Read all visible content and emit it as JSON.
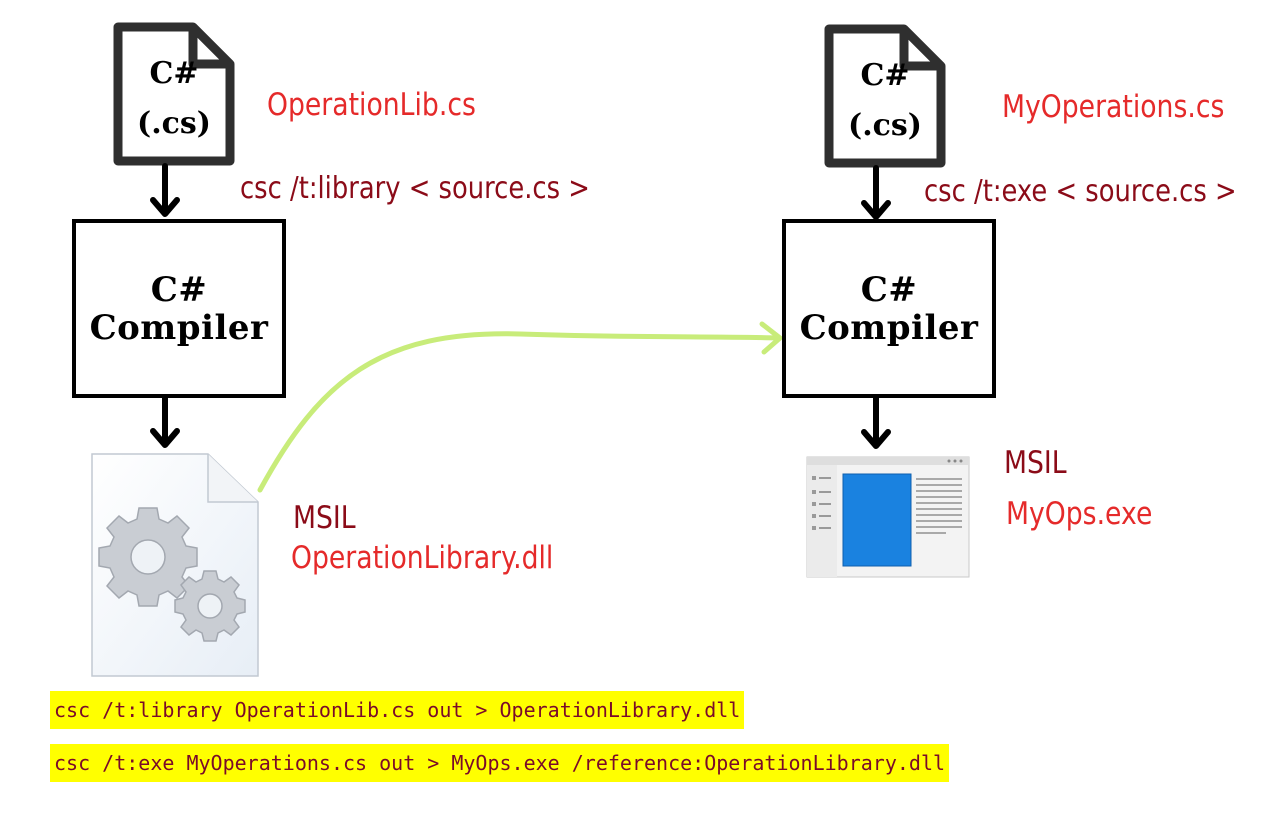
{
  "left": {
    "source_doc": {
      "line1": "C#",
      "line2": "(.cs)"
    },
    "source_filename": "OperationLib.cs",
    "compile_command": "csc /t:library < source.cs >",
    "compiler": {
      "line1": "C#",
      "line2": "Compiler"
    },
    "output_kind": "MSIL",
    "output_filename": "OperationLibrary.dll"
  },
  "right": {
    "source_doc": {
      "line1": "C#",
      "line2": "(.cs)"
    },
    "source_filename": "MyOperations.cs",
    "compile_command": "csc /t:exe < source.cs >",
    "compiler": {
      "line1": "C#",
      "line2": "Compiler"
    },
    "output_kind": "MSIL",
    "output_filename": "MyOps.exe"
  },
  "commands": [
    "csc /t:library OperationLib.cs out > OperationLibrary.dll",
    "csc /t:exe MyOperations.cs out > MyOps.exe /reference:OperationLibrary.dll"
  ],
  "icons": {
    "source_file": "document-folded-corner-icon",
    "library_file": "gears-document-icon",
    "executable_file": "application-window-icon",
    "flow_arrow": "arrow-down-icon",
    "reference_arrow": "curved-arrow-icon"
  },
  "colors": {
    "filename": "#e52a2a",
    "command_text": "#8b0b18",
    "highlight": "#ffff00",
    "reference_arrow": "#c8ec7a",
    "exe_panel": "#1a82e0"
  }
}
